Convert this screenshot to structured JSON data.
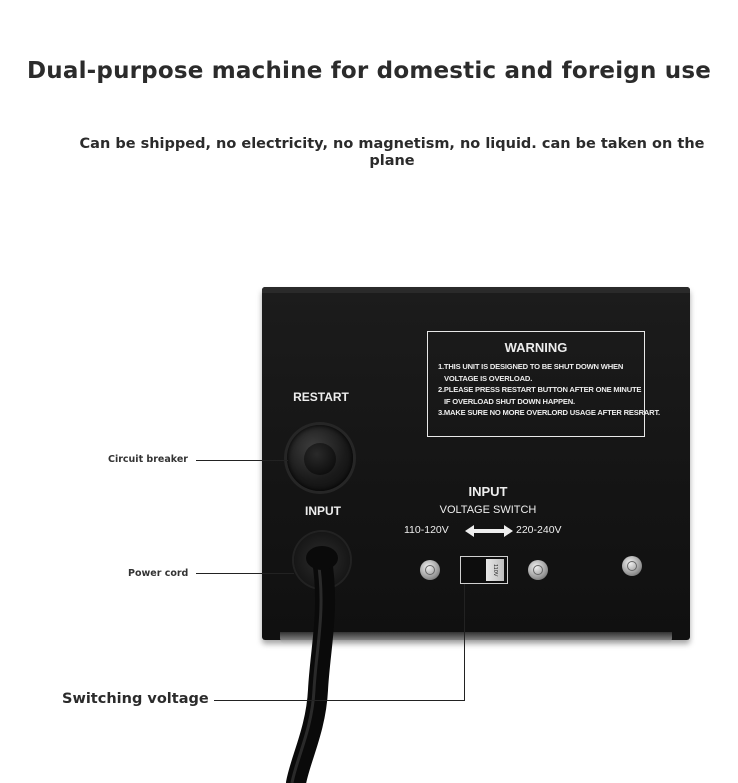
{
  "headline": "Dual-purpose machine for domestic and foreign use",
  "subline": "Can be shipped, no electricity, no magnetism, no liquid. can be taken on the plane",
  "callouts": {
    "circuit_breaker": "Circuit breaker",
    "power_cord": "Power cord",
    "switching_voltage": "Switching voltage"
  },
  "panel": {
    "restart_label": "RESTART",
    "input_label_left": "INPUT",
    "input_label_center": "INPUT",
    "voltage_switch_label": "VOLTAGE SWITCH",
    "voltage_low": "110-120V",
    "voltage_high": "220-240V",
    "switch_setting": "110V"
  },
  "warning": {
    "title": "WARNING",
    "lines": [
      "1.THIS UNIT IS DESIGNED TO BE SHUT DOWN WHEN",
      "VOLTAGE IS OVERLOAD.",
      "2.PLEASE PRESS RESTART BUTTON AFTER ONE MINUTE",
      "IF OVERLOAD SHUT DOWN HAPPEN.",
      "3.MAKE SURE NO MORE OVERLORD USAGE AFTER RESRART."
    ]
  },
  "colors": {
    "device_body": "#141414",
    "panel_text": "#eeeeee",
    "background": "#ffffff"
  }
}
